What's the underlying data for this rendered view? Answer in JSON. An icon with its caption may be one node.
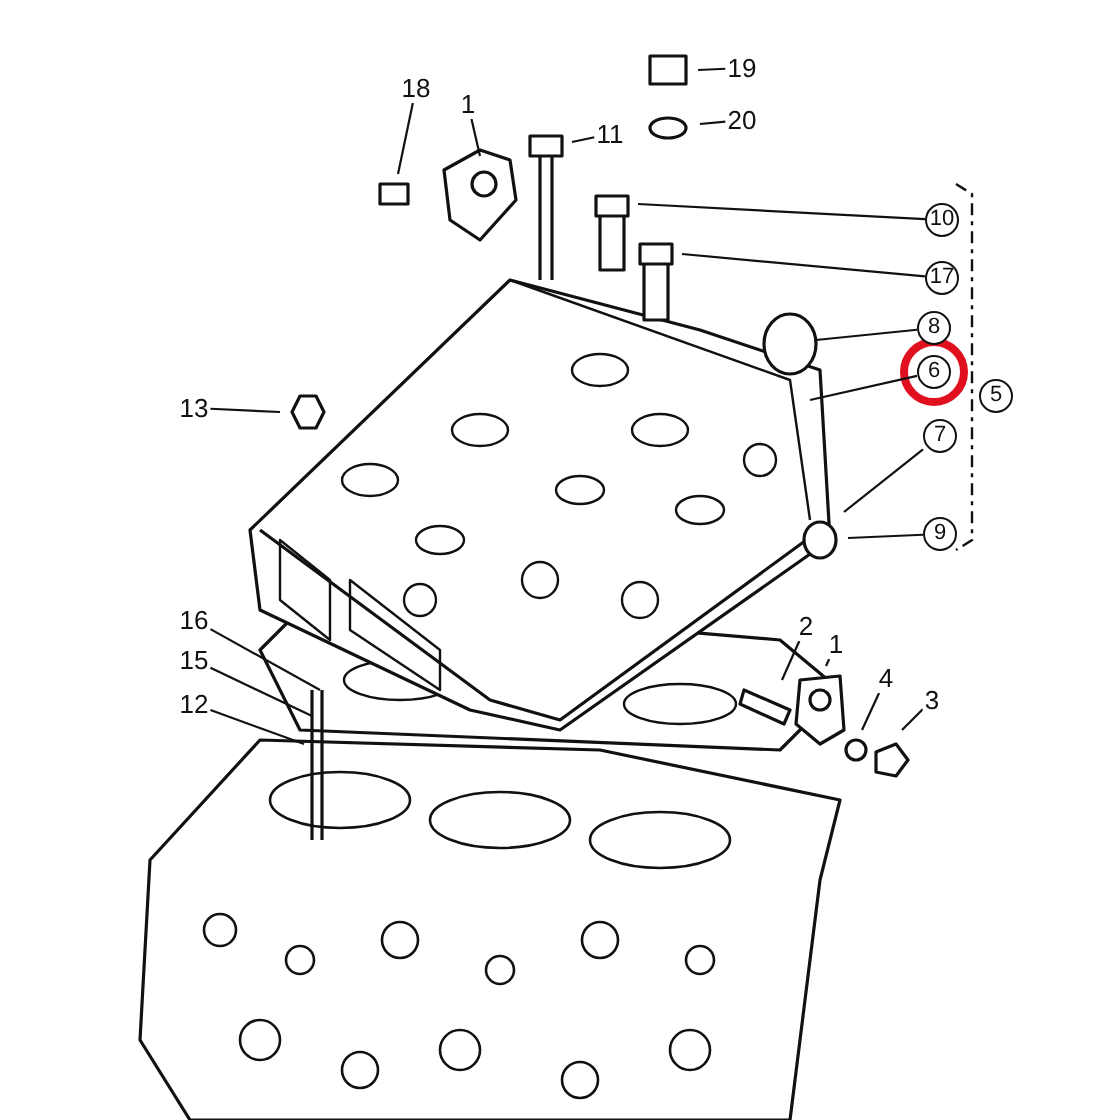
{
  "diagram": {
    "nodes": [
      {
        "text": [
          "18"
        ]
      },
      {
        "text": [
          "1"
        ]
      },
      {
        "text": [
          "11"
        ]
      },
      {
        "text": [
          "19"
        ]
      },
      {
        "text": [
          "20"
        ]
      },
      {
        "text": [
          "10"
        ]
      },
      {
        "text": [
          "17"
        ]
      },
      {
        "text": [
          "8"
        ]
      },
      {
        "text": [
          "6"
        ]
      },
      {
        "text": [
          "5"
        ]
      },
      {
        "text": [
          "7"
        ]
      },
      {
        "text": [
          "9"
        ]
      },
      {
        "text": [
          "13"
        ]
      },
      {
        "text": [
          "16"
        ]
      },
      {
        "text": [
          "15"
        ]
      },
      {
        "text": [
          "12"
        ]
      },
      {
        "text": [
          "2"
        ]
      },
      {
        "text": [
          "1"
        ]
      },
      {
        "text": [
          "4"
        ]
      },
      {
        "text": [
          "3"
        ]
      }
    ],
    "edges": [
      {
        "from": 0,
        "to": null,
        "arrow": "none"
      },
      {
        "from": 1,
        "to": null,
        "arrow": "none"
      },
      {
        "from": 2,
        "to": null,
        "arrow": "none"
      },
      {
        "from": 3,
        "to": null,
        "arrow": "none"
      },
      {
        "from": 4,
        "to": null,
        "arrow": "none"
      },
      {
        "from": 5,
        "to": null,
        "arrow": "none"
      },
      {
        "from": 6,
        "to": null,
        "arrow": "none"
      },
      {
        "from": 7,
        "to": null,
        "arrow": "none"
      },
      {
        "from": 8,
        "to": null,
        "arrow": "none"
      },
      {
        "from": 10,
        "to": null,
        "arrow": "none"
      },
      {
        "from": 11,
        "to": null,
        "arrow": "none"
      },
      {
        "from": 12,
        "to": null,
        "arrow": "none"
      },
      {
        "from": 13,
        "to": null,
        "arrow": "none"
      },
      {
        "from": 14,
        "to": null,
        "arrow": "none"
      },
      {
        "from": 15,
        "to": null,
        "arrow": "none"
      },
      {
        "from": 16,
        "to": null,
        "arrow": "none"
      },
      {
        "from": 17,
        "to": null,
        "arrow": "none"
      },
      {
        "from": 18,
        "to": null,
        "arrow": "none"
      },
      {
        "from": 19,
        "to": null,
        "arrow": "none"
      }
    ]
  }
}
